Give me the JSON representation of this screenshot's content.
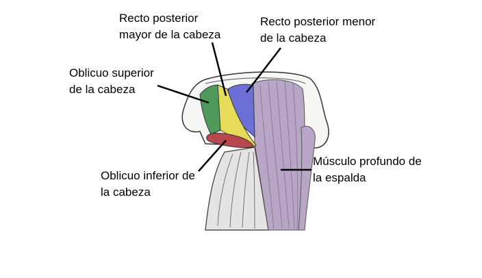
{
  "labels": {
    "recto_mayor": [
      "Recto posterior",
      "mayor de la cabeza"
    ],
    "recto_menor": [
      "Recto posterior menor",
      "de la cabeza"
    ],
    "oblicuo_superior": [
      "Oblicuo superior",
      "de la cabeza"
    ],
    "oblicuo_inferior": [
      "Oblicuo inferior de",
      "la cabeza"
    ],
    "musculo_profundo": [
      "Músculo profundo de",
      "la espalda"
    ]
  },
  "colors": {
    "oblicuo_superior": "#4f9a5a",
    "recto_mayor": "#e6dc5a",
    "recto_menor": "#6b6fd6",
    "oblicuo_inferior": "#b8474e",
    "musculo_profundo": "#b9a6c6"
  }
}
